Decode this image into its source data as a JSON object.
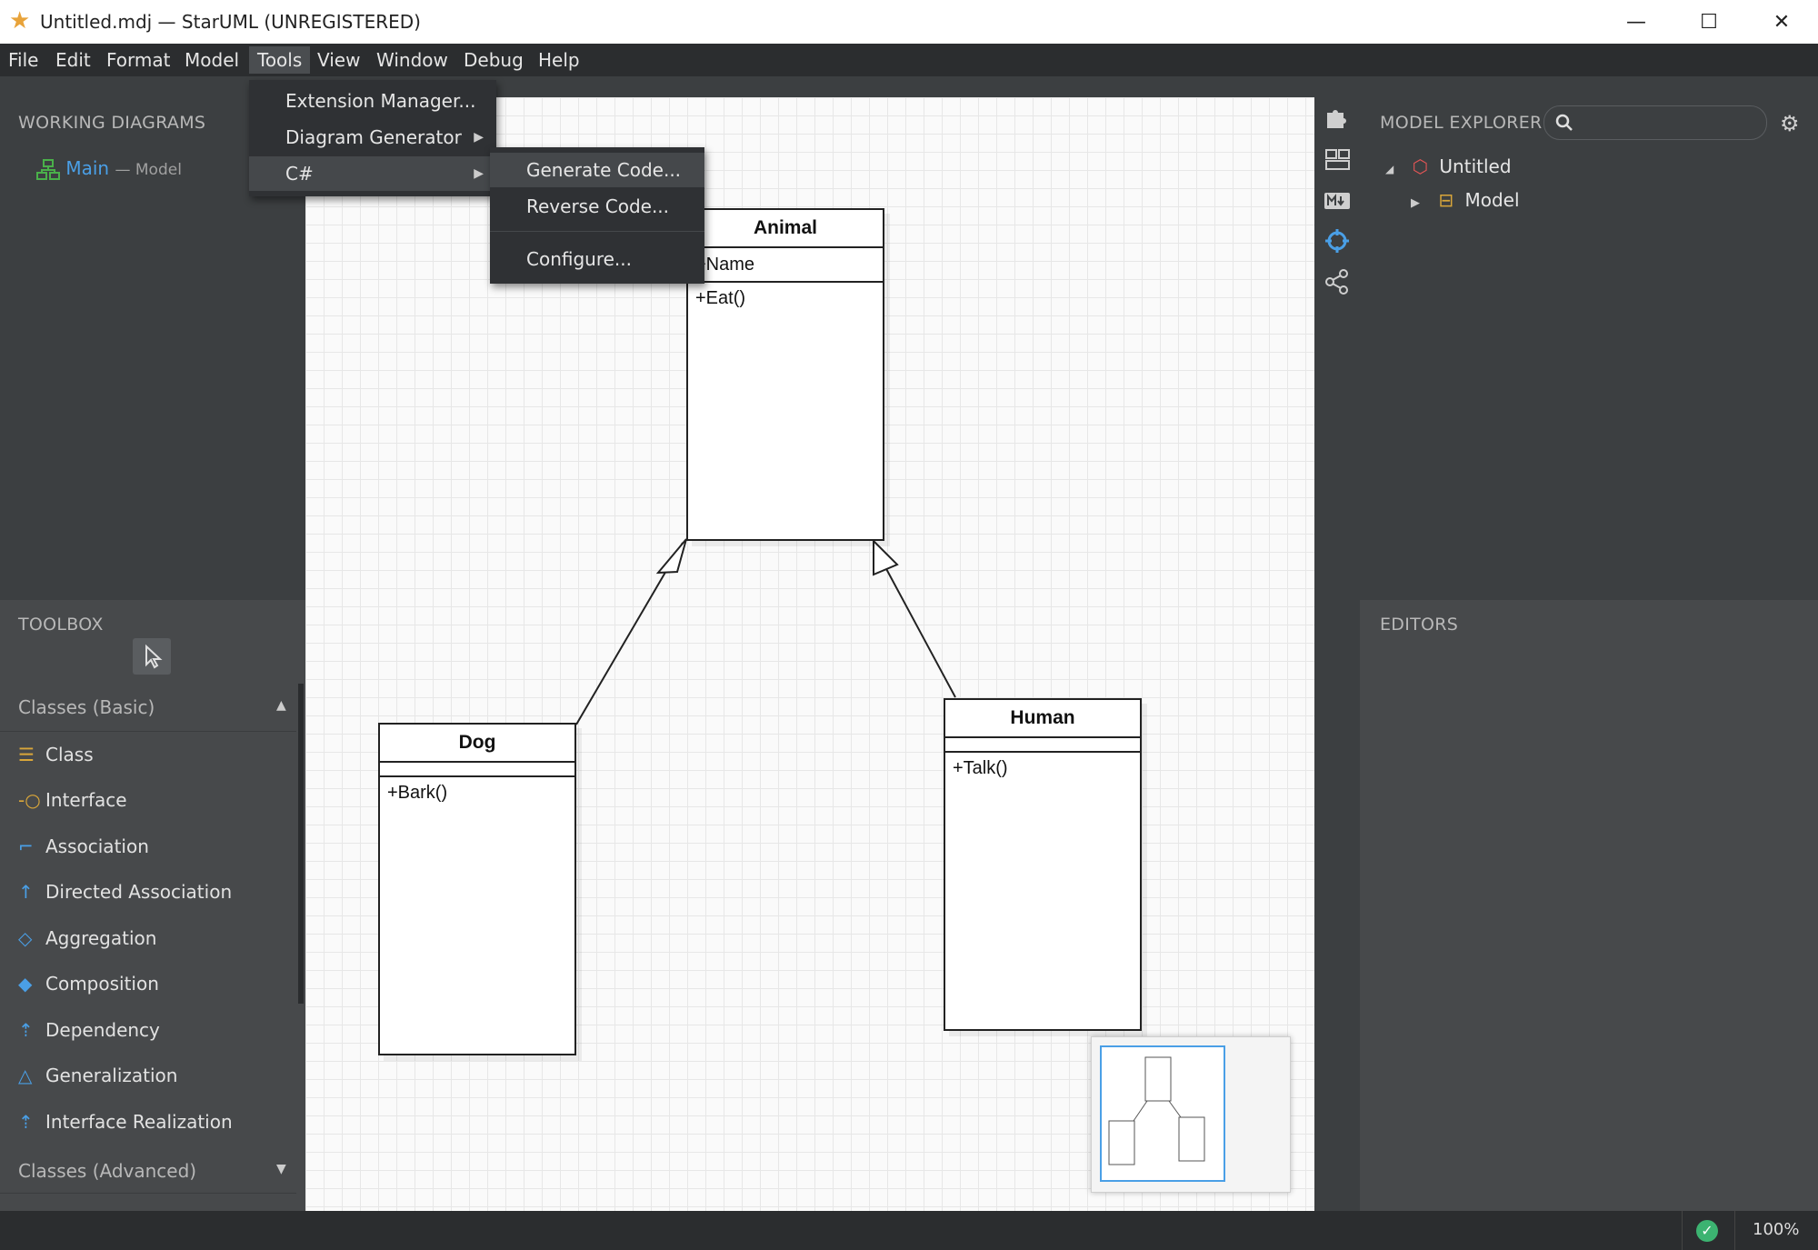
{
  "window": {
    "title": "Untitled.mdj — StarUML (UNREGISTERED)",
    "minimize": "—",
    "maximize": "☐",
    "close": "✕"
  },
  "menubar": [
    "File",
    "Edit",
    "Format",
    "Model",
    "Tools",
    "View",
    "Window",
    "Debug",
    "Help"
  ],
  "tools_menu": {
    "items": [
      "Extension Manager...",
      "Diagram Generator",
      "C#"
    ]
  },
  "csharp_submenu": {
    "items": [
      "Generate Code...",
      "Reverse Code...",
      "Configure..."
    ]
  },
  "working_diagrams": {
    "title": "WORKING DIAGRAMS",
    "item_name": "Main",
    "item_suffix": "— Model"
  },
  "toolbox": {
    "title": "TOOLBOX",
    "section_basic": "Classes (Basic)",
    "section_advanced": "Classes (Advanced)",
    "items": [
      "Class",
      "Interface",
      "Association",
      "Directed Association",
      "Aggregation",
      "Composition",
      "Dependency",
      "Generalization",
      "Interface Realization"
    ]
  },
  "diagram": {
    "animal": {
      "name": "Animal",
      "attribute": "+Name",
      "operation": "+Eat()"
    },
    "dog": {
      "name": "Dog",
      "operation": "+Bark()"
    },
    "human": {
      "name": "Human",
      "operation": "+Talk()"
    }
  },
  "model_explorer": {
    "title": "MODEL EXPLORER",
    "search_placeholder": "",
    "root": "Untitled",
    "child": "Model"
  },
  "editors": {
    "title": "EDITORS"
  },
  "status": {
    "zoom": "100%"
  },
  "colors": {
    "accent": "#4a9fe6",
    "class_yellow": "#d9a63a",
    "root_red": "#e05555",
    "ok_green": "#3cb371"
  }
}
